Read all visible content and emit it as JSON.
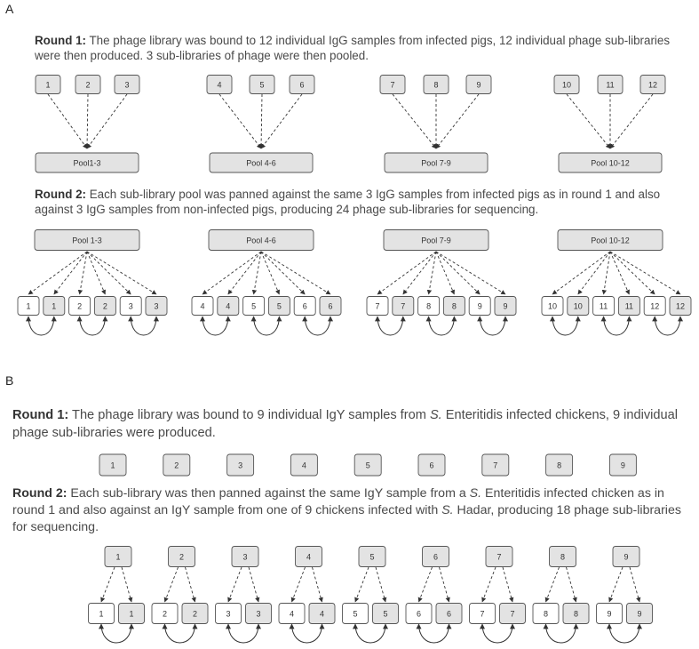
{
  "panels": {
    "a_label": "A",
    "b_label": "B"
  },
  "a": {
    "round1": {
      "label": "Round 1:",
      "text": " The phage library was bound to 12 individual IgG samples from infected pigs, 12 individual phage sub-libraries were then produced. 3 sub-libraries of phage were then pooled.",
      "samples": [
        "1",
        "2",
        "3",
        "4",
        "5",
        "6",
        "7",
        "8",
        "9",
        "10",
        "11",
        "12"
      ],
      "pools": [
        "Pool1-3",
        "Pool 4-6",
        "Pool 7-9",
        "Pool 10-12"
      ]
    },
    "round2": {
      "label": "Round 2:",
      "text": " Each sub-library pool was panned against the same 3 IgG samples from infected pigs as in round 1 and also against 3 IgG samples from non-infected pigs, producing 24 phage sub-libraries for sequencing.",
      "pools": [
        "Pool 1-3",
        "Pool 4-6",
        "Pool 7-9",
        "Pool 10-12"
      ],
      "groups": [
        [
          "1",
          "2",
          "3"
        ],
        [
          "4",
          "5",
          "6"
        ],
        [
          "7",
          "8",
          "9"
        ],
        [
          "10",
          "11",
          "12"
        ]
      ]
    }
  },
  "b": {
    "round1": {
      "label": "Round 1:",
      "text_before": " The phage library was bound to 9 individual IgY samples from ",
      "italic": "S.",
      "text_after": " Enteritidis infected chickens, 9 individual phage sub-libraries were produced.",
      "samples": [
        "1",
        "2",
        "3",
        "4",
        "5",
        "6",
        "7",
        "8",
        "9"
      ]
    },
    "round2": {
      "label": "Round 2:",
      "text_1": " Each sub-library was then panned against the same IgY sample from a ",
      "italic_1": "S.",
      "text_2": " Enteritidis infected chicken as in round 1 and also against an IgY sample from one of 9 chickens infected with ",
      "italic_2": "S.",
      "text_3": " Hadar, producing 18 phage sub-libraries for sequencing.",
      "samples": [
        "1",
        "2",
        "3",
        "4",
        "5",
        "6",
        "7",
        "8",
        "9"
      ]
    }
  },
  "colors": {
    "box_fill": "#e3e3e3",
    "box_stroke": "#555555",
    "white_fill": "#ffffff",
    "line": "#333333"
  }
}
